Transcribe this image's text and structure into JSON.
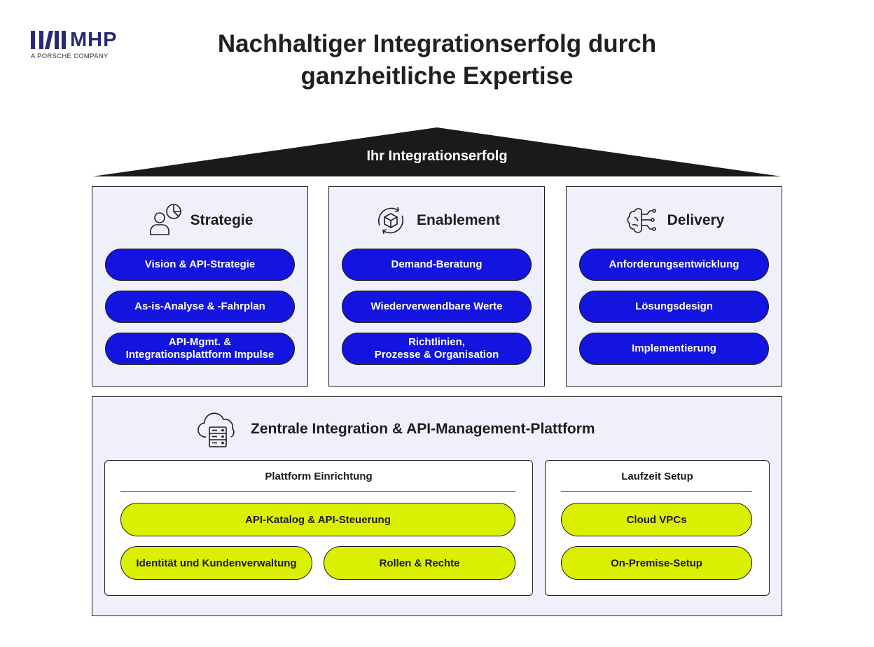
{
  "logo": {
    "wordmark": "MHP",
    "tagline": "A PORSCHE COMPANY"
  },
  "title": {
    "line1": "Nachhaltiger Integrationserfolg durch",
    "line2": "ganzheitliche Expertise"
  },
  "roof": {
    "label": "Ihr Integrationserfolg"
  },
  "pillars": [
    {
      "label": "Strategie",
      "icon": "person-pie-chart-icon",
      "items": [
        "Vision & API-Strategie",
        "As-is-Analyse & -Fahrplan",
        "API-Mgmt. &\nIntegrationsplattform Impulse"
      ]
    },
    {
      "label": "Enablement",
      "icon": "cube-cycle-icon",
      "items": [
        "Demand-Beratung",
        "Wiederverwendbare Werte",
        "Richtlinien,\nProzesse & Organisation"
      ]
    },
    {
      "label": "Delivery",
      "icon": "brain-circuit-icon",
      "items": [
        "Anforderungsentwicklung",
        "Lösungsdesign",
        "Implementierung"
      ]
    }
  ],
  "platform": {
    "label": "Zentrale Integration & API-Management-Plattform",
    "icon": "cloud-server-icon",
    "setup": {
      "title": "Plattform Einrichtung",
      "items": [
        "API-Katalog & API-Steuerung",
        "Identität und Kundenverwaltung",
        "Rollen & Rechte"
      ]
    },
    "runtime": {
      "title": "Laufzeit Setup",
      "items": [
        "Cloud VPCs",
        "On-Premise-Setup"
      ]
    }
  },
  "colors": {
    "primary_blue": "#1414e0",
    "accent_lime": "#dbef00",
    "panel_bg": "#eff0fb",
    "roof": "#1a1a1a",
    "logo_blue": "#2a2a72"
  }
}
